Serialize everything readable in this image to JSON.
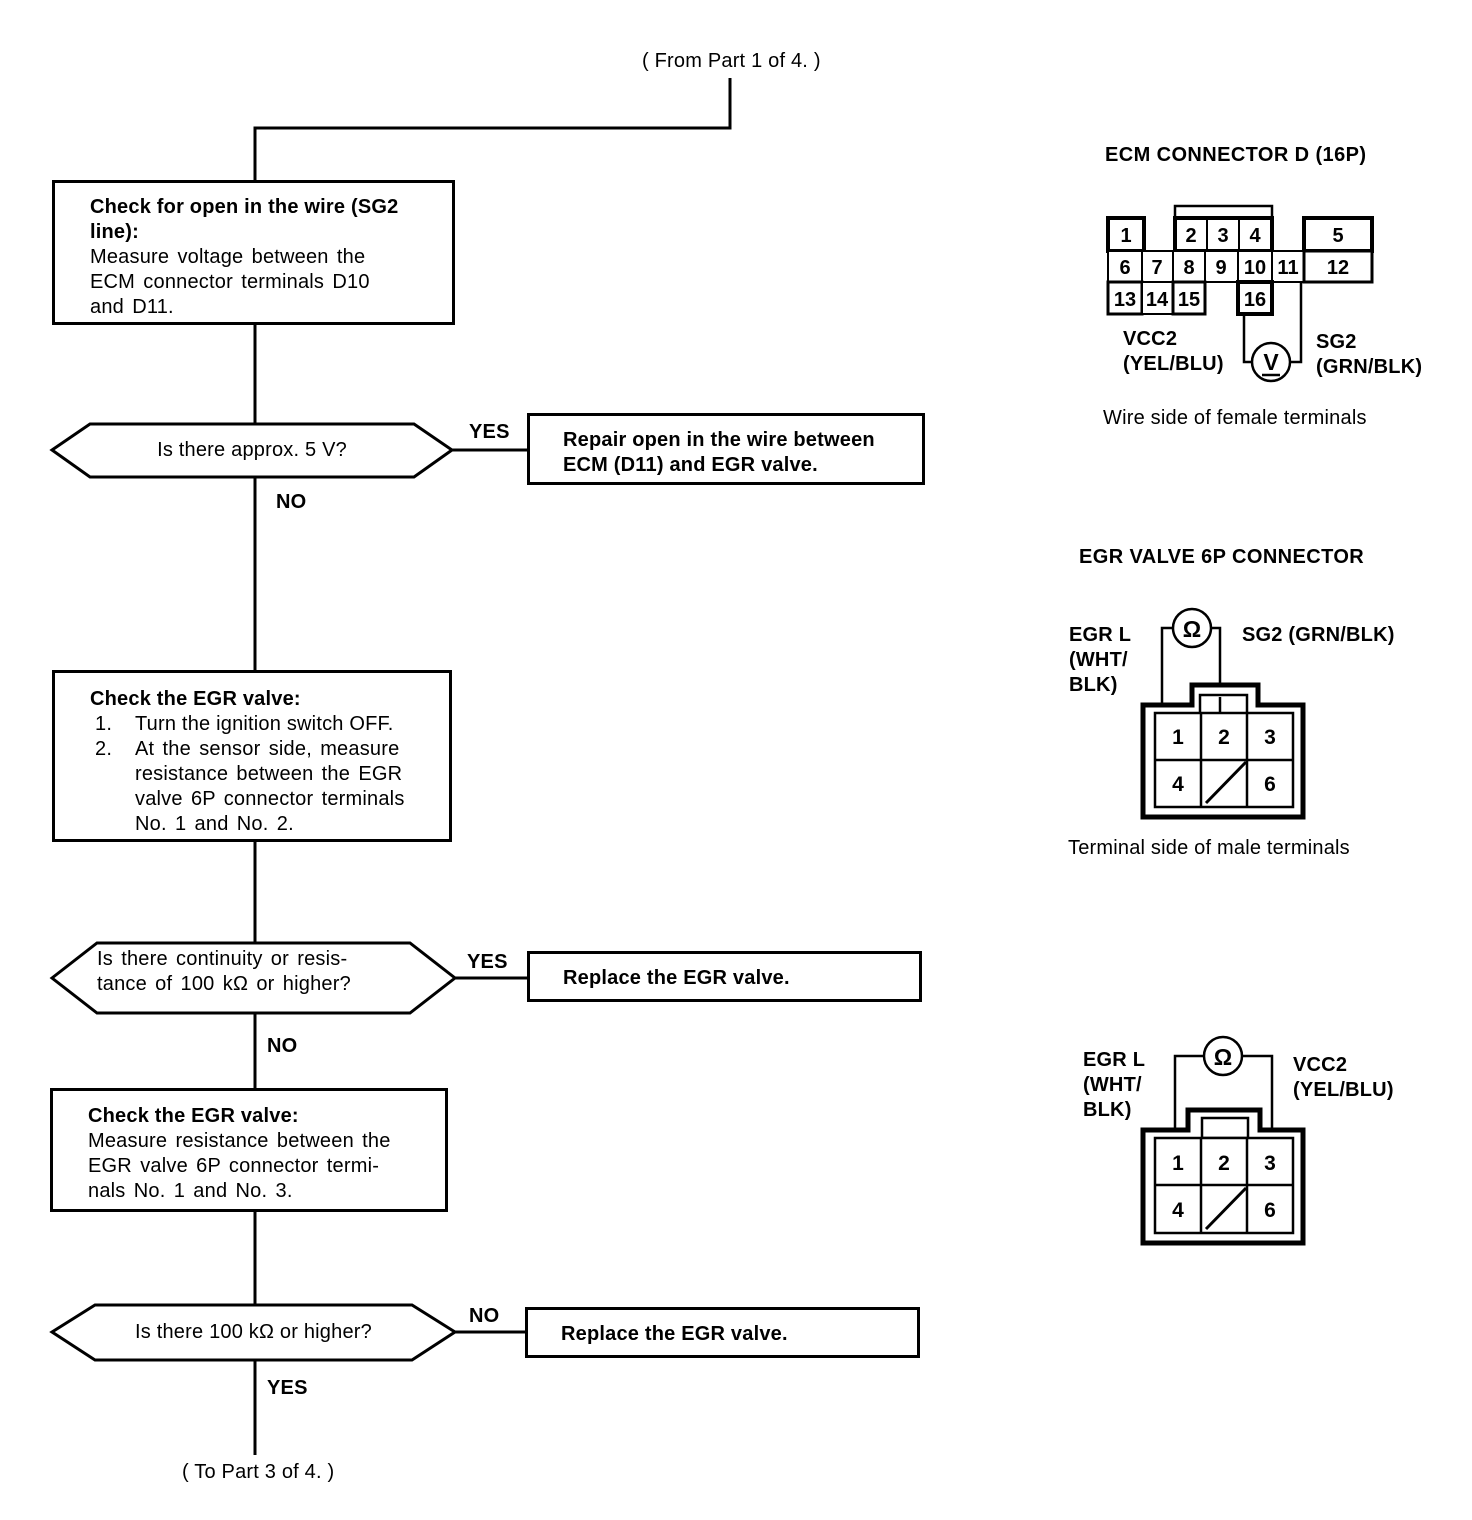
{
  "page": {
    "from_label": "( From Part 1 of 4. )",
    "to_label": "( To Part 3 of 4. )"
  },
  "flowchart": {
    "step1": {
      "title_lines": [
        "Check for open in the wire (SG2",
        "line):"
      ],
      "body_lines": [
        "Measure voltage between the",
        "ECM connector terminals D10",
        "and D11."
      ]
    },
    "decision1": {
      "question": "Is there approx. 5 V?",
      "yes_label": "YES",
      "no_label": "NO"
    },
    "action1": {
      "lines": [
        "Repair open in the wire between",
        "ECM (D11) and EGR valve."
      ]
    },
    "step2": {
      "title": "Check the EGR valve:",
      "item1_num": "1.",
      "item1_lines": [
        "Turn the ignition switch OFF."
      ],
      "item2_num": "2.",
      "item2_lines": [
        "At the sensor side, measure",
        "resistance between the EGR",
        "valve 6P connector terminals",
        "No. 1 and No. 2."
      ]
    },
    "decision2": {
      "question_lines": [
        "Is there continuity or resis-",
        "tance of 100 kΩ or higher?"
      ],
      "yes_label": "YES",
      "no_label": "NO"
    },
    "action2": {
      "text": "Replace the EGR valve."
    },
    "step3": {
      "title": "Check the EGR valve:",
      "body_lines": [
        "Measure resistance between the",
        "EGR valve 6P connector termi-",
        "nals No. 1 and No. 3."
      ]
    },
    "decision3": {
      "question": "Is there 100 kΩ or higher?",
      "no_label": "NO",
      "yes_label": "YES"
    },
    "action3": {
      "text": "Replace the EGR valve."
    }
  },
  "ecm_connector": {
    "title": "ECM CONNECTOR D (16P)",
    "terminals": [
      "1",
      "2",
      "3",
      "4",
      "5",
      "6",
      "7",
      "8",
      "9",
      "10",
      "11",
      "12",
      "13",
      "14",
      "15",
      "16"
    ],
    "meter_symbol": "V",
    "left_label_lines": [
      "VCC2",
      "(YEL/BLU)"
    ],
    "right_label_lines": [
      "SG2",
      "(GRN/BLK)"
    ],
    "caption": "Wire side of female terminals"
  },
  "egr_connector_top": {
    "title": "EGR VALVE 6P CONNECTOR",
    "terminals": [
      "1",
      "2",
      "3",
      "4",
      "6"
    ],
    "meter_symbol": "Ω",
    "left_label_lines": [
      "EGR L",
      "(WHT/",
      "BLK)"
    ],
    "right_label": "SG2 (GRN/BLK)",
    "caption": "Terminal side of male terminals"
  },
  "egr_connector_bottom": {
    "terminals": [
      "1",
      "2",
      "3",
      "4",
      "6"
    ],
    "meter_symbol": "Ω",
    "left_label_lines": [
      "EGR L",
      "(WHT/",
      "BLK)"
    ],
    "right_label_lines": [
      "VCC2",
      "(YEL/BLU)"
    ]
  },
  "colors": {
    "ink": "#000000",
    "paper": "#ffffff"
  }
}
